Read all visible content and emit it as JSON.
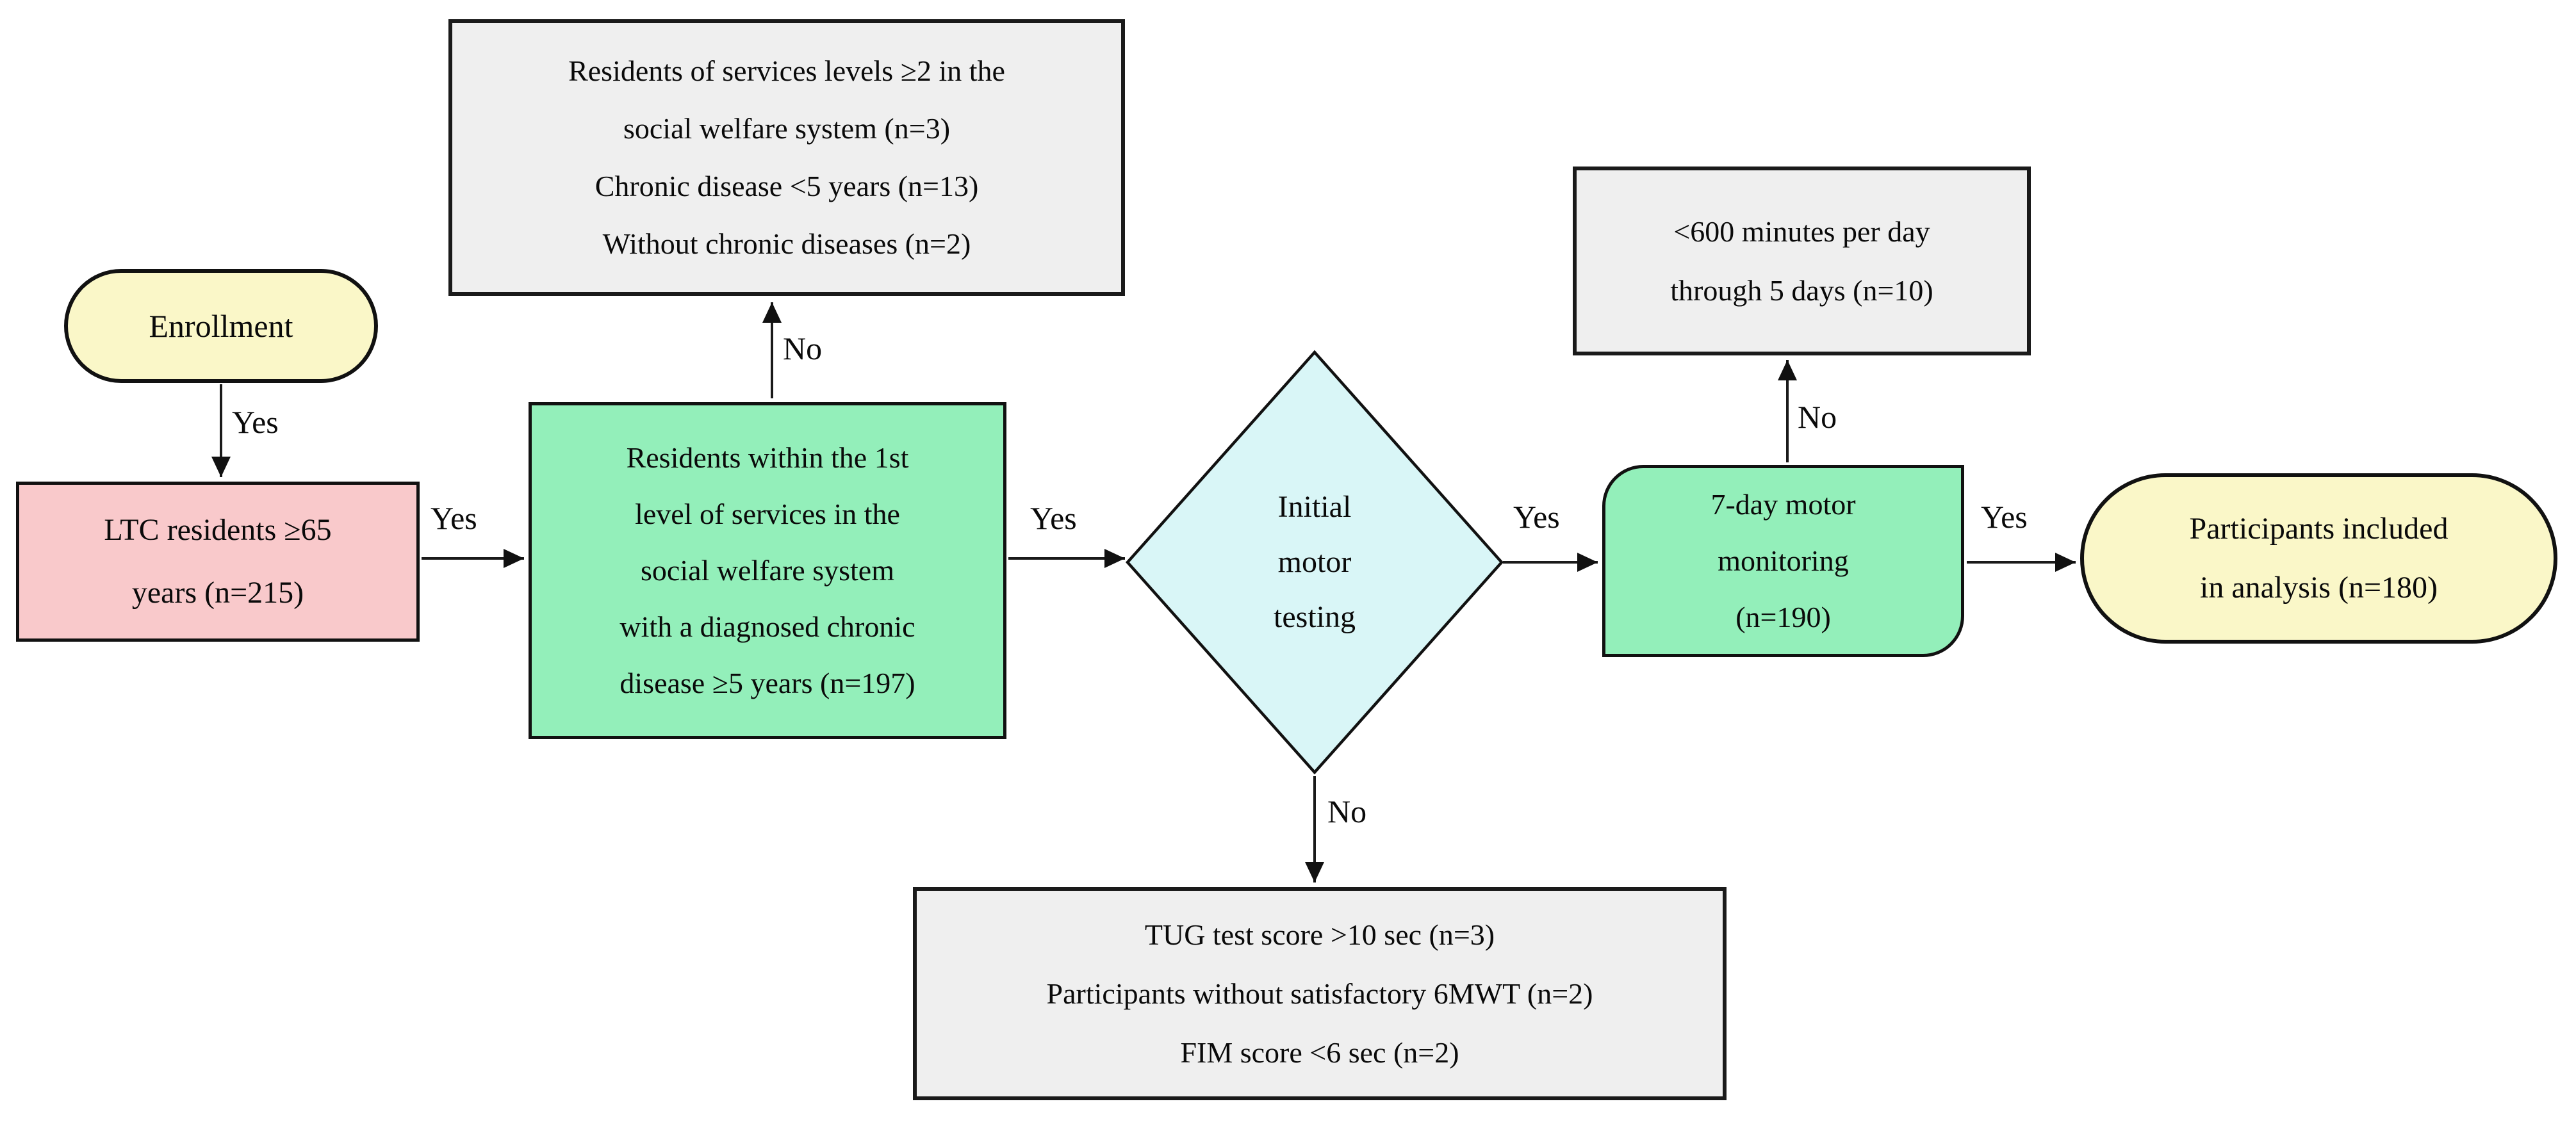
{
  "diagram": {
    "type": "flowchart",
    "background": "#FFFFFF"
  },
  "colors": {
    "terminal_fill": "#FAF7C8",
    "population_fill": "#F9C9CB",
    "process_fill": "#93EFBA",
    "decision_fill": "#D9F6F7",
    "exclusion_fill": "#EFEFEF",
    "border": "#111111",
    "text": "#0A0A0A"
  },
  "nodes": {
    "enrollment": {
      "shape": "rounded",
      "lines": [
        "Enrollment"
      ]
    },
    "ltc_residents": {
      "shape": "rect",
      "lines": [
        "LTC residents ≥65",
        "years (n=215)"
      ]
    },
    "excluded_enrollment": {
      "shape": "rect",
      "lines": [
        "Residents of services levels ≥2 in the",
        "social welfare system (n=3)",
        "Chronic disease <5 years (n=13)",
        "Without chronic diseases (n=2)"
      ]
    },
    "first_level": {
      "shape": "rect",
      "lines": [
        "Residents within the 1st",
        "level of services in the",
        "social welfare system",
        "with a diagnosed chronic",
        "disease ≥5 years (n=197)"
      ]
    },
    "initial_motor_testing": {
      "shape": "diamond",
      "lines": [
        "Initial",
        "motor",
        "testing"
      ]
    },
    "excluded_motor_testing": {
      "shape": "rect",
      "lines": [
        "TUG test score >10 sec (n=3)",
        "Participants without satisfactory 6MWT (n=2)",
        "FIM score <6 sec (n=2)"
      ]
    },
    "motor_monitoring": {
      "shape": "rounded-alt",
      "lines": [
        "7-day motor",
        "monitoring",
        "(n=190)"
      ]
    },
    "excluded_monitoring": {
      "shape": "rect",
      "lines": [
        "<600 minutes per day",
        "through 5 days (n=10)"
      ]
    },
    "included_analysis": {
      "shape": "rounded",
      "lines": [
        "Participants included",
        "in analysis (n=180)"
      ]
    }
  },
  "edges": [
    {
      "from": "enrollment",
      "to": "ltc_residents",
      "label": "Yes"
    },
    {
      "from": "ltc_residents",
      "to": "first_level",
      "label": "Yes"
    },
    {
      "from": "first_level",
      "to": "excluded_enrollment",
      "label": "No"
    },
    {
      "from": "first_level",
      "to": "initial_motor_testing",
      "label": "Yes"
    },
    {
      "from": "initial_motor_testing",
      "to": "motor_monitoring",
      "label": "Yes"
    },
    {
      "from": "initial_motor_testing",
      "to": "excluded_motor_testing",
      "label": "No"
    },
    {
      "from": "motor_monitoring",
      "to": "excluded_monitoring",
      "label": "No"
    },
    {
      "from": "motor_monitoring",
      "to": "included_analysis",
      "label": "Yes"
    }
  ]
}
